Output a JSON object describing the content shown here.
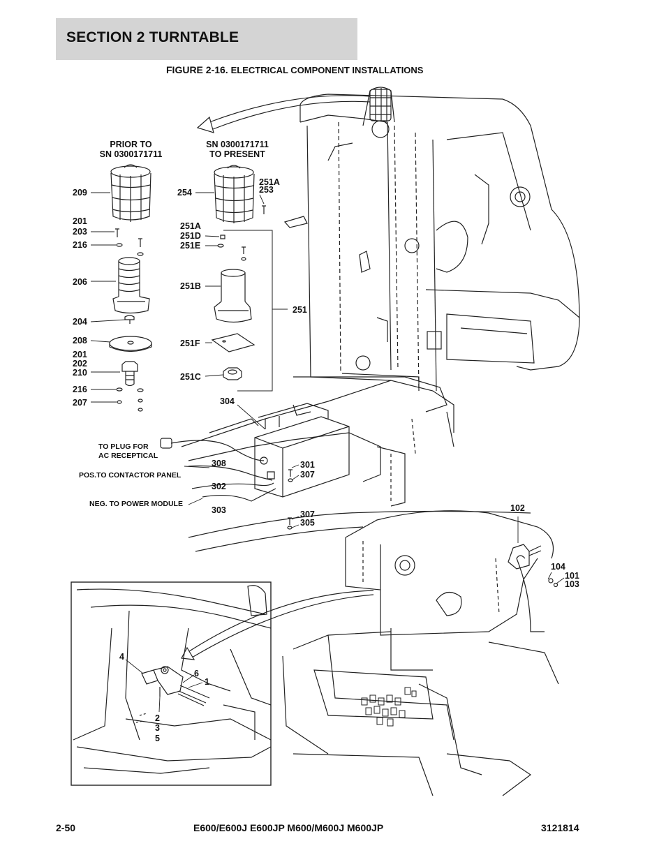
{
  "header": {
    "section_title": "SECTION 2   TURNTABLE",
    "figure_number": "FIGURE 2-16.",
    "figure_caption": "ELECTRICAL COMPONENT INSTALLATIONS"
  },
  "variants": {
    "prior_line1": "PRIOR TO",
    "prior_line2": "SN 0300171711",
    "present_line1": "SN 0300171711",
    "present_line2": "TO PRESENT"
  },
  "callouts": {
    "c209": "209",
    "c201a": "201",
    "c203": "203",
    "c216a": "216",
    "c206": "206",
    "c204": "204",
    "c208": "208",
    "c201b": "201",
    "c202": "202",
    "c210": "210",
    "c216b": "216",
    "c207": "207",
    "c254": "254",
    "c251A_top": "251A",
    "c253": "253",
    "c251A": "251A",
    "c251D": "251D",
    "c251E": "251E",
    "c251B": "251B",
    "c251": "251",
    "c251F": "251F",
    "c251C": "251C",
    "c304": "304",
    "c308": "308",
    "c302": "302",
    "c303": "303",
    "c301": "301",
    "c307a": "307",
    "c307b": "307",
    "c305": "305",
    "c102": "102",
    "c104": "104",
    "c101": "101",
    "c103": "103",
    "d4": "4",
    "d6": "6",
    "d1": "1",
    "d2": "2",
    "d3": "3",
    "d5": "5"
  },
  "wire_notes": {
    "plug_line1": "TO PLUG FOR",
    "plug_line2": "AC RECEPTICAL",
    "pos": "POS.TO CONTACTOR PANEL",
    "neg": "NEG. TO POWER MODULE"
  },
  "footer": {
    "page_number": "2-50",
    "models": "E600/E600J E600JP M600/M600J M600JP",
    "doc_number": "3121814"
  }
}
